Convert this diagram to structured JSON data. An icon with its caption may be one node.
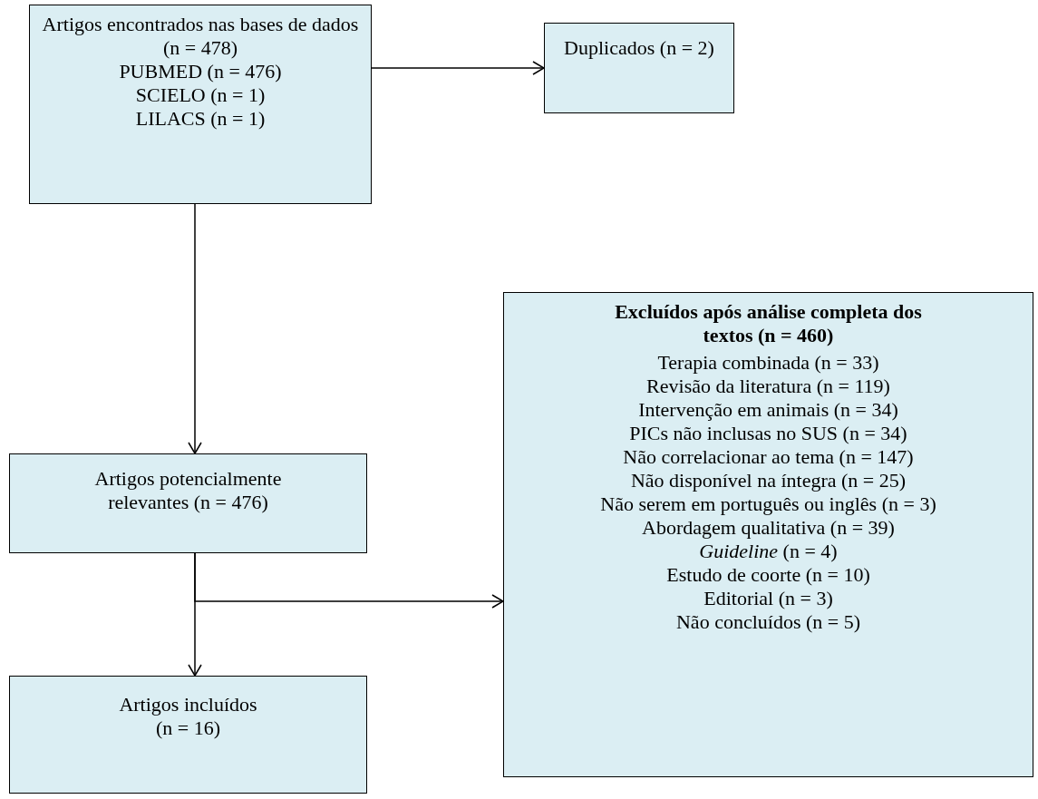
{
  "diagram": {
    "nodes": [
      {
        "text": [
          "Artigos encontrados nas bases de dados (n = 478)",
          "PUBMED (n = 476)",
          "SCIELO (n = 1)",
          "LILACS (n = 1)"
        ]
      },
      {
        "text": [
          "Duplicados (n = 2)"
        ]
      },
      {
        "text": [
          "Artigos potencialmente relevantes (n = 476)"
        ]
      },
      {
        "text": [
          "Excluídos após análise completa dos textos (n = 460)",
          "Terapia combinada (n = 33)",
          "Revisão da literatura (n = 119)",
          "Intervenção em animais (n = 34)",
          "PICs não inclusas no SUS (n = 34)",
          "Não correlacionar ao tema (n = 147)",
          "Não disponível na íntegra (n = 25)",
          "Não serem em português ou inglês (n = 3)",
          "Abordagem qualitativa (n = 39)",
          "*Guideline* (n = 4)",
          "Estudo de coorte (n = 10)",
          "Editorial (n = 3)",
          "Não concluídos (n = 5)"
        ]
      },
      {
        "text": [
          "Artigos incluídos (n = 16)"
        ]
      }
    ],
    "edges": [
      {
        "from": 0,
        "to": 1,
        "arrow": "to"
      },
      {
        "from": 0,
        "to": 2,
        "arrow": "to"
      },
      {
        "from": 2,
        "to": 4,
        "arrow": "to"
      },
      {
        "from": 2,
        "to": 3,
        "arrow": "to"
      }
    ]
  }
}
